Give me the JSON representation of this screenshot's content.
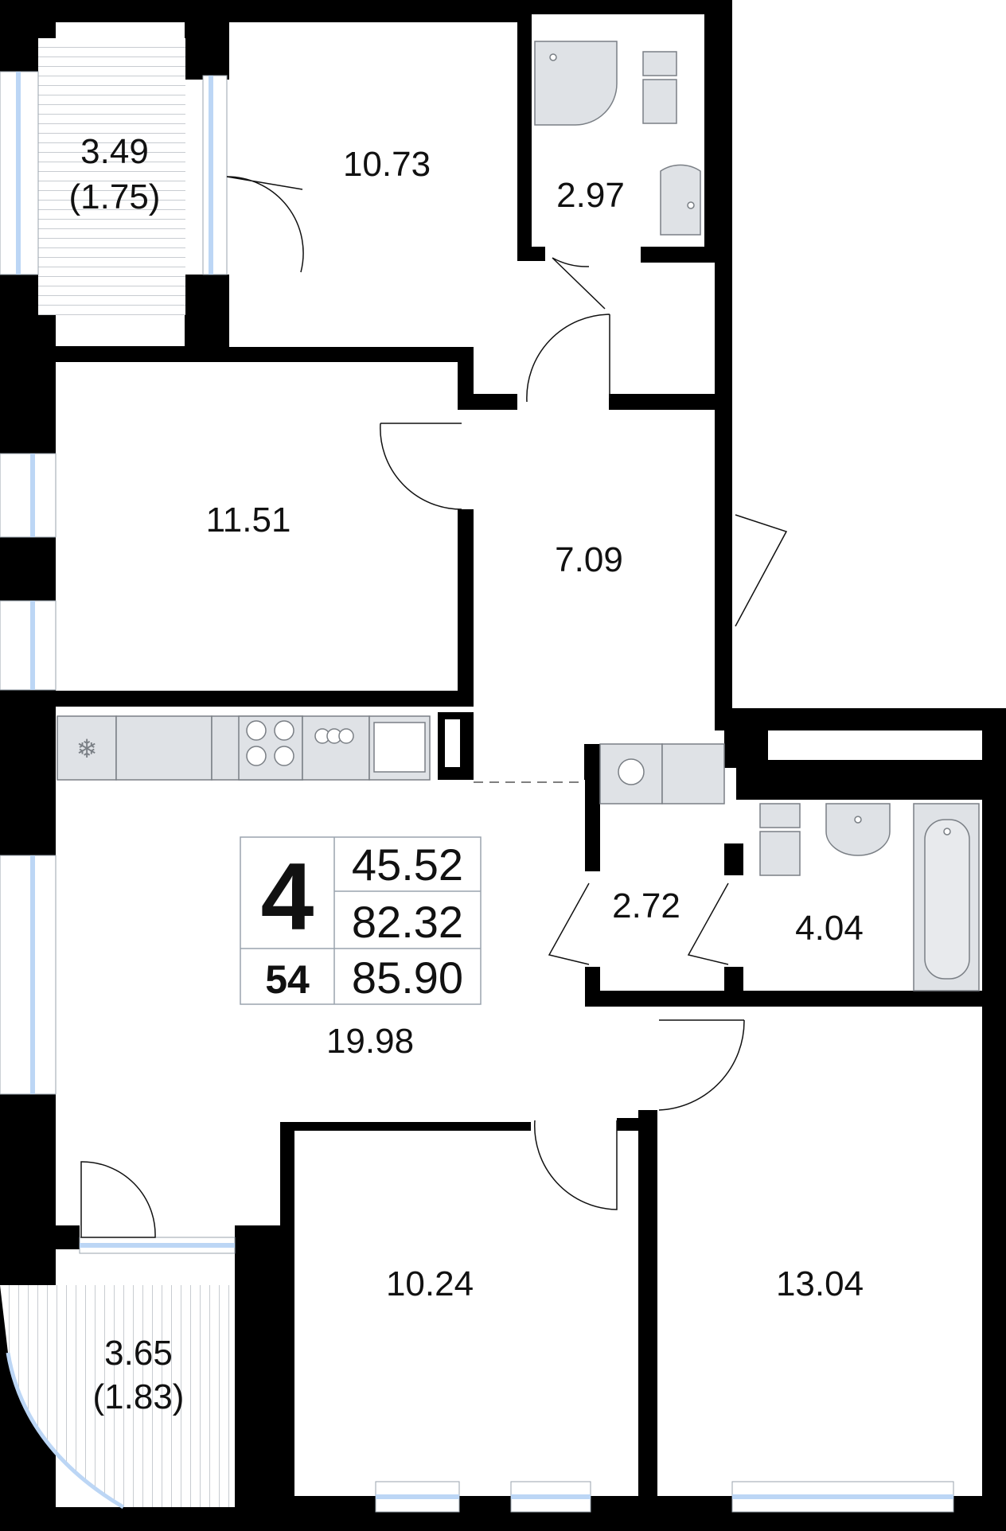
{
  "summary": {
    "rooms_count": "4",
    "unit_number": "54",
    "area_living": "45.52",
    "area_total": "82.32",
    "area_with_balconies": "85.90"
  },
  "rooms": {
    "balcony_top": "3.49",
    "balcony_top_reduced": "(1.75)",
    "bedroom_top": "10.73",
    "bathroom_top": "2.97",
    "bedroom_left": "11.51",
    "hallway": "7.09",
    "wardrobe": "2.72",
    "bathroom_right": "4.04",
    "kitchen_living": "19.98",
    "balcony_bottom": "3.65",
    "balcony_bottom_reduced": "(1.83)",
    "bedroom_bottom_left": "10.24",
    "bedroom_bottom_right": "13.04"
  },
  "colors": {
    "wall": "#000000",
    "window_glass": "#bcd6f5",
    "fixture_fill": "#dfe2e6",
    "fixture_stroke": "#7a7f85"
  }
}
